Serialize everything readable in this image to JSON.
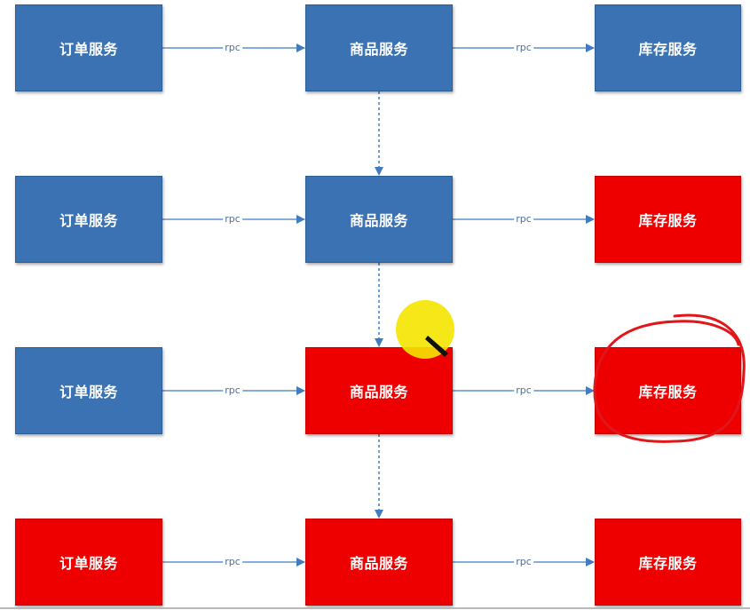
{
  "service_labels": {
    "order": "订单服务",
    "product": "商品服务",
    "inventory": "库存服务"
  },
  "edge_label": "rpc",
  "colors": {
    "healthy": "#3a72b3",
    "failed": "#ee0000",
    "arrow": "#3f7cc0",
    "annotation_circle": "#e0161b",
    "pointer": "#f5e400"
  },
  "rows": [
    {
      "order": "healthy",
      "product": "healthy",
      "inventory": "healthy"
    },
    {
      "order": "healthy",
      "product": "healthy",
      "inventory": "failed"
    },
    {
      "order": "healthy",
      "product": "failed",
      "inventory": "failed"
    },
    {
      "order": "failed",
      "product": "failed",
      "inventory": "failed"
    }
  ]
}
